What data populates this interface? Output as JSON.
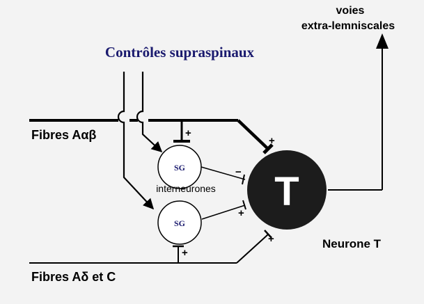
{
  "diagram": {
    "title": "Contrôles supraspinaux",
    "output_line1": "voies",
    "output_line2": "extra-lemniscales",
    "fiber_large": "Fibres Aαβ",
    "fiber_small": "Fibres Aδ et C",
    "sg_top": "SG",
    "sg_bottom": "SG",
    "interneurons_label": "interneurones",
    "t_cell_letter": "T",
    "t_neuron_label": "Neurone T",
    "signs": {
      "abeta_to_sg_top": "+",
      "abeta_to_t": "+",
      "sg_top_to_t": "−",
      "sg_bottom_to_t": "+",
      "adelta_to_sg_bottom": "+",
      "adelta_to_t": "+"
    },
    "colors": {
      "title": "#1a1a6e",
      "sg_label": "#1a1a6e",
      "t_cell": "#1c1c1c",
      "background": "#f3f3f3"
    }
  }
}
